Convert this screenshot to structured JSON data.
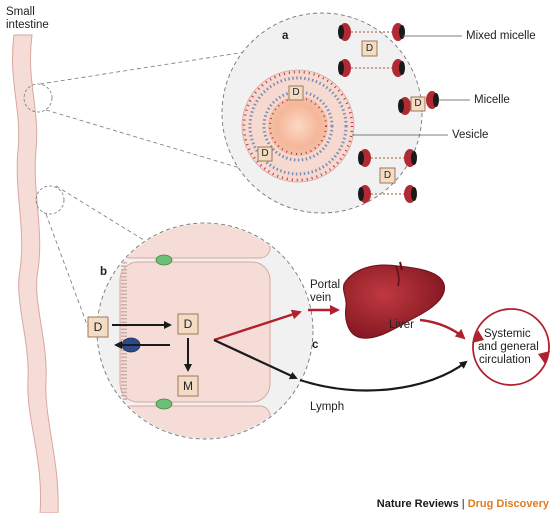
{
  "labels": {
    "small_intestine": [
      "Small",
      "intestine"
    ],
    "panel_a": "a",
    "panel_b": "b",
    "panel_c": "c",
    "mixed_micelle": "Mixed micelle",
    "micelle": "Micelle",
    "vesicle": "Vesicle",
    "portal_vein": [
      "Portal",
      "vein"
    ],
    "liver": "Liver",
    "lymph": "Lymph",
    "systemic": [
      "Systemic",
      "and general",
      "circulation"
    ],
    "drug_box": "D",
    "metabolite_box": "M"
  },
  "footer": {
    "journal": "Nature Reviews",
    "separator": " | ",
    "section": "Drug Discovery"
  },
  "colors": {
    "intestine_fill": "#f6dcd6",
    "intestine_stroke": "#d9a89e",
    "circle_fill": "#f1f1f1",
    "box_fill": "#f3dcc4",
    "box_stroke": "#a07858",
    "liver": "#9b1c2a",
    "red_arrow": "#b0202e",
    "black_arrow": "#1a1a1a",
    "transporter": "#2e4a8a",
    "junction": "#6cbf73",
    "footer_section": "#e07b1f"
  }
}
